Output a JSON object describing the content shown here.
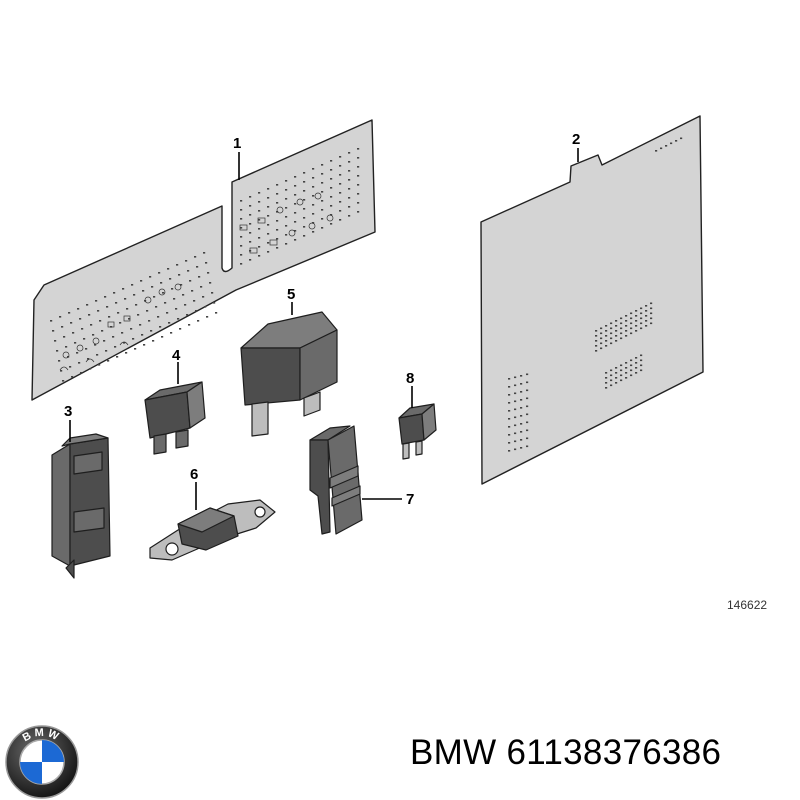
{
  "callouts": {
    "c1": "1",
    "c2": "2",
    "c3": "3",
    "c4": "4",
    "c5": "5",
    "c6": "6",
    "c7": "7",
    "c8": "8"
  },
  "reference_number": "146622",
  "brand": "BMW",
  "part_number": "61138376386",
  "logo_text": "BMW",
  "colors": {
    "sheet_fill": "#d4d4d4",
    "part_dark": "#4d4d4d",
    "logo_blue": "#1c69d4"
  }
}
